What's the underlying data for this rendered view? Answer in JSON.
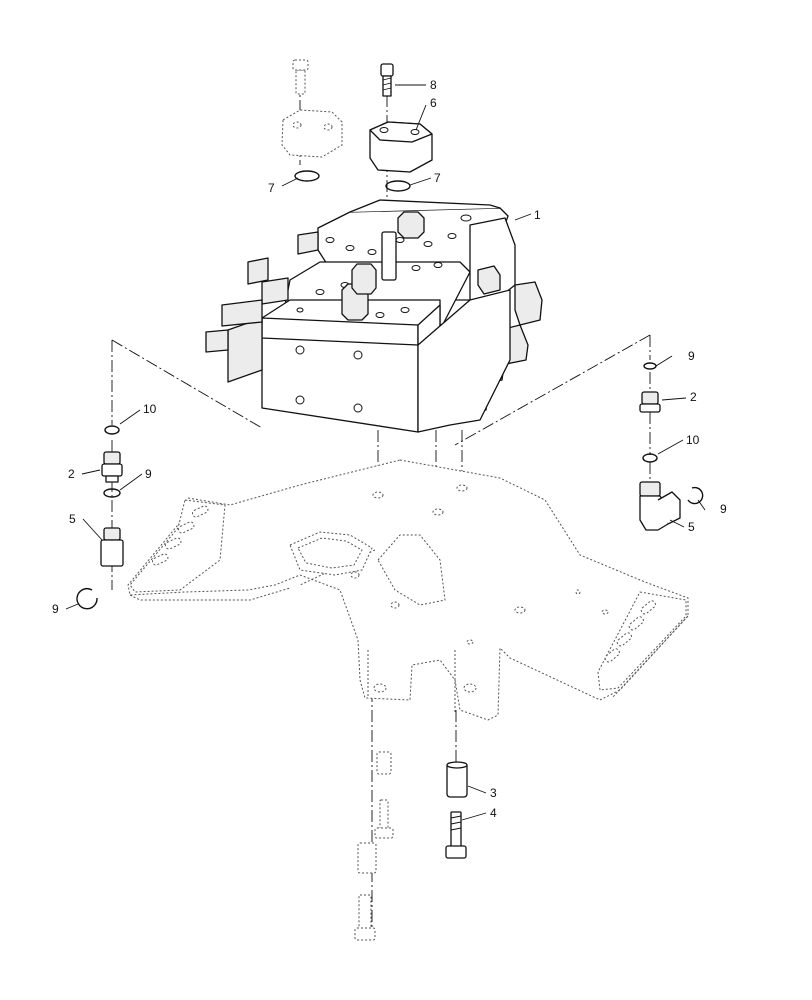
{
  "diagram": {
    "callouts": {
      "c1": "1",
      "c2_left": "2",
      "c2_right": "2",
      "c3": "3",
      "c4": "4",
      "c5_left": "5",
      "c5_right": "5",
      "c6": "6",
      "c7_left": "7",
      "c7_right": "7",
      "c8": "8",
      "c9_left_top": "9",
      "c9_left_bottom": "9",
      "c9_right_top": "9",
      "c9_right_bottom": "9",
      "c10_left": "10",
      "c10_right": "10"
    }
  }
}
